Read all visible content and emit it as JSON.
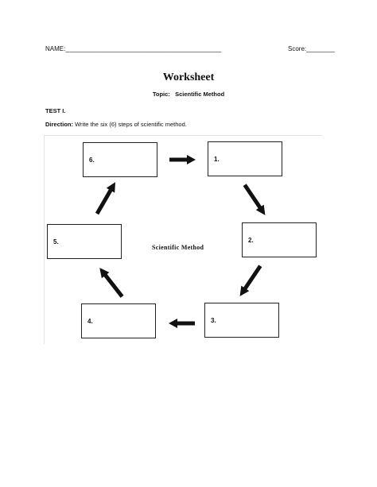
{
  "header": {
    "name_label": "NAME:____________________________________________",
    "score_label": "Score:________"
  },
  "title": "Worksheet",
  "topic": {
    "label": "Topic:",
    "value": "Scientific Method"
  },
  "test_label": "TEST I.",
  "direction": {
    "label": "Direction:",
    "text": "Write the six (6) steps of scientific method."
  },
  "diagram": {
    "center_label": "Scientific Method",
    "steps": [
      {
        "label": "1."
      },
      {
        "label": "2."
      },
      {
        "label": "3."
      },
      {
        "label": "4."
      },
      {
        "label": "5."
      },
      {
        "label": "6."
      }
    ],
    "arrow_color": "#111111"
  }
}
